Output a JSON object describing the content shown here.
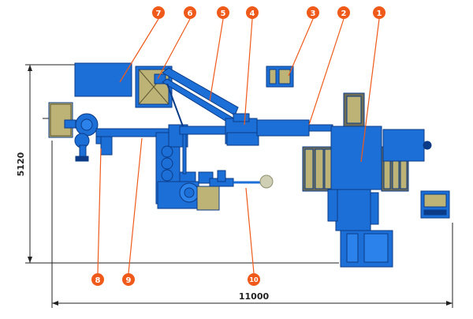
{
  "colors": {
    "machine_blue": "#1d6fd8",
    "machine_dark": "#0b3b86",
    "panel_khaki": "#bdb377",
    "callout_orange": "#ef5a1a",
    "dimension_line": "#222222"
  },
  "dimensions": {
    "width_label": "11000",
    "height_label": "5120"
  },
  "callouts": [
    {
      "label": "1"
    },
    {
      "label": "2"
    },
    {
      "label": "3"
    },
    {
      "label": "4"
    },
    {
      "label": "5"
    },
    {
      "label": "6"
    },
    {
      "label": "7"
    },
    {
      "label": "8"
    },
    {
      "label": "9"
    },
    {
      "label": "10"
    }
  ]
}
